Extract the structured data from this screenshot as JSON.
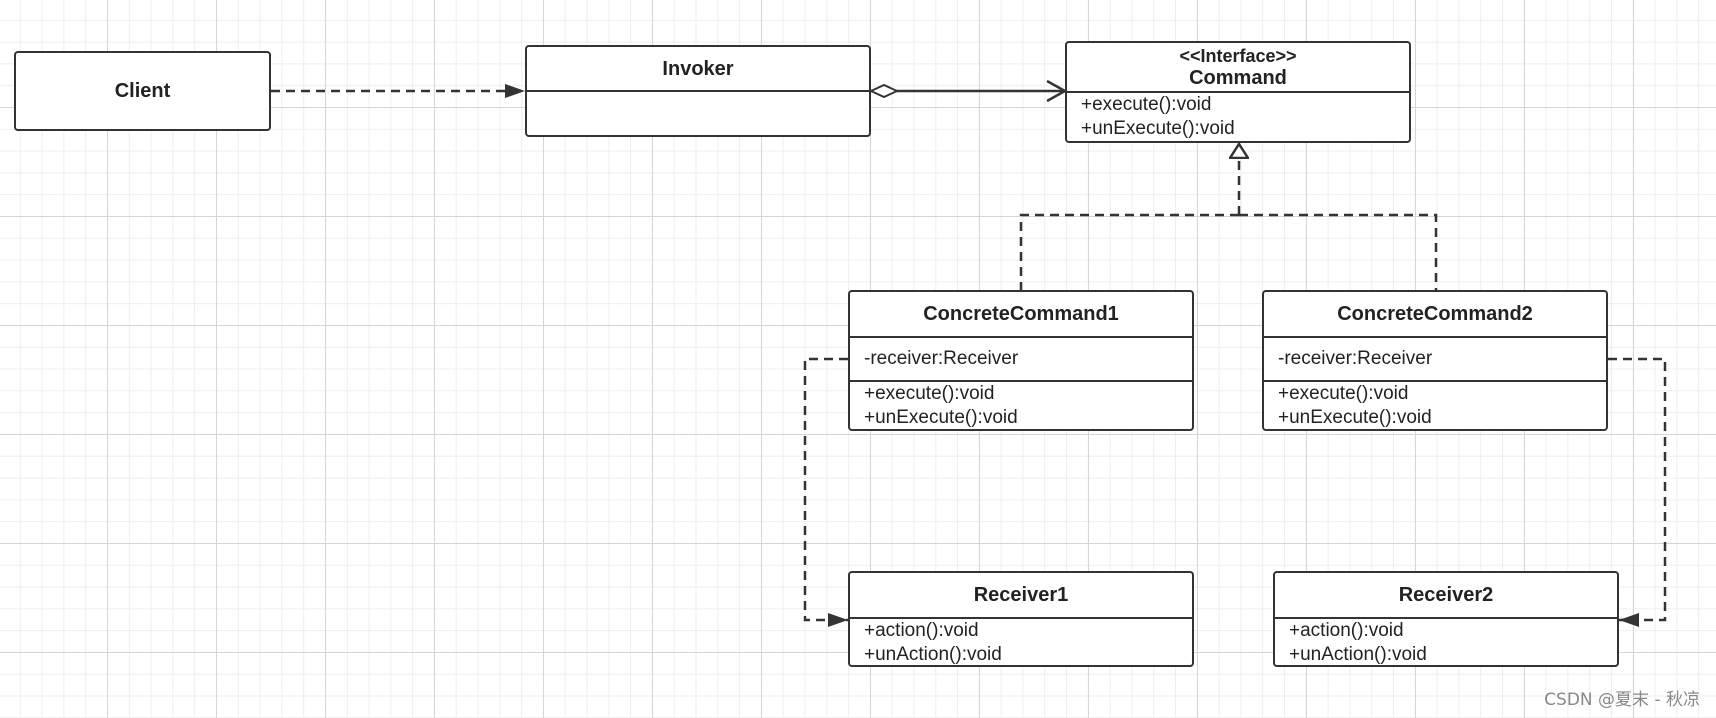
{
  "classes": {
    "client": {
      "name": "Client"
    },
    "invoker": {
      "name": "Invoker"
    },
    "command": {
      "stereotype": "<<Interface>>",
      "name": "Command",
      "methods": [
        "+execute():void",
        "+unExecute():void"
      ]
    },
    "concrete_command_1": {
      "name": "ConcreteCommand1",
      "attributes": [
        "-receiver:Receiver"
      ],
      "methods": [
        "+execute():void",
        "+unExecute():void"
      ]
    },
    "concrete_command_2": {
      "name": "ConcreteCommand2",
      "attributes": [
        "-receiver:Receiver"
      ],
      "methods": [
        "+execute():void",
        "+unExecute():void"
      ]
    },
    "receiver_1": {
      "name": "Receiver1",
      "methods": [
        "+action():void",
        "+unAction():void"
      ]
    },
    "receiver_2": {
      "name": "Receiver2",
      "methods": [
        "+action():void",
        "+unAction():void"
      ]
    }
  },
  "watermark": "CSDN @夏末 - 秋凉"
}
